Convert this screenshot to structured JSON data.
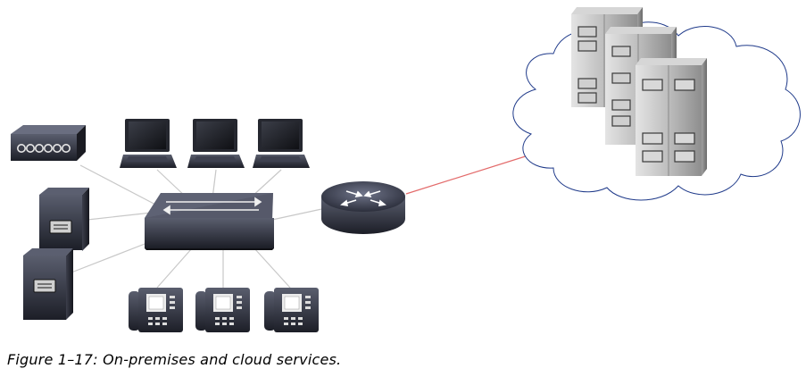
{
  "figure": {
    "caption": "Figure 1–17: On-premises and cloud services.",
    "nodes": [
      {
        "id": "modem",
        "icon": "modem-icon"
      },
      {
        "id": "laptop-1",
        "icon": "laptop-icon"
      },
      {
        "id": "laptop-2",
        "icon": "laptop-icon"
      },
      {
        "id": "laptop-3",
        "icon": "laptop-icon"
      },
      {
        "id": "server-1",
        "icon": "server-icon"
      },
      {
        "id": "server-2",
        "icon": "server-icon"
      },
      {
        "id": "switch",
        "icon": "switch-icon"
      },
      {
        "id": "router",
        "icon": "router-icon"
      },
      {
        "id": "phone-1",
        "icon": "ip-phone-icon"
      },
      {
        "id": "phone-2",
        "icon": "ip-phone-icon"
      },
      {
        "id": "phone-3",
        "icon": "ip-phone-icon"
      },
      {
        "id": "cloud",
        "icon": "cloud-icon"
      },
      {
        "id": "cloud-server-1",
        "icon": "rack-server-icon"
      },
      {
        "id": "cloud-server-2",
        "icon": "rack-server-icon"
      },
      {
        "id": "cloud-server-3",
        "icon": "rack-server-icon"
      }
    ],
    "links": [
      {
        "from": "modem",
        "to": "switch"
      },
      {
        "from": "laptop-1",
        "to": "switch"
      },
      {
        "from": "laptop-2",
        "to": "switch"
      },
      {
        "from": "laptop-3",
        "to": "switch"
      },
      {
        "from": "server-1",
        "to": "switch"
      },
      {
        "from": "server-2",
        "to": "switch"
      },
      {
        "from": "phone-1",
        "to": "switch"
      },
      {
        "from": "phone-2",
        "to": "switch"
      },
      {
        "from": "phone-3",
        "to": "switch"
      },
      {
        "from": "switch",
        "to": "router"
      },
      {
        "from": "router",
        "to": "cloud",
        "color": "#e36b6b"
      }
    ],
    "colors": {
      "link": "#c8c8c8",
      "wan_link": "#e36b6b",
      "device_dark": "#2a2d3a",
      "cloud_outline": "#1f3a8a"
    }
  }
}
